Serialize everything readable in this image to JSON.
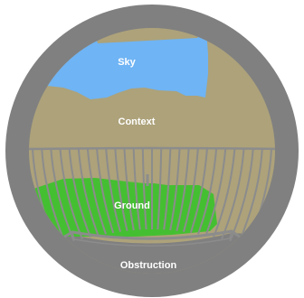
{
  "regions": {
    "sky": "Sky",
    "context": "Context",
    "ground": "Ground",
    "obstruction": "Obstruction"
  },
  "colors": {
    "obstruction": "#808080",
    "context": "#ADA27A",
    "sky": "#6FB4F4",
    "ground": "#45BF32",
    "railing": "#8C8C8C",
    "label": "#FFFFFF"
  }
}
